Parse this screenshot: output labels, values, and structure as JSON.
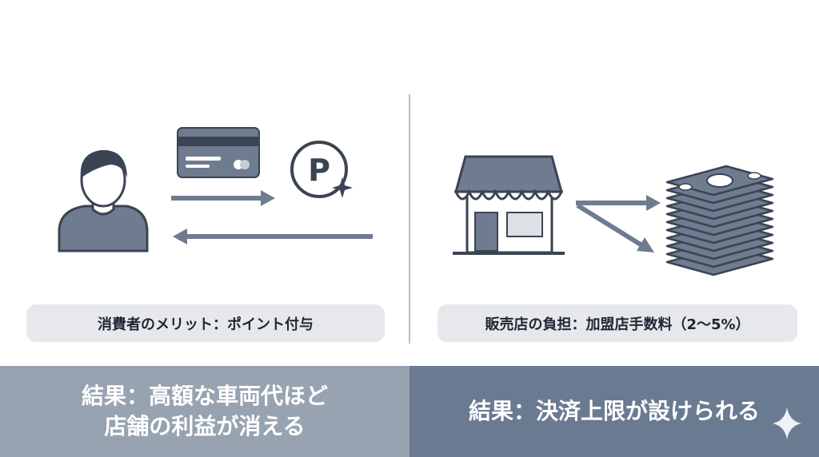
{
  "left_panel": {
    "caption": "消費者のメリット：ポイント付与",
    "result_lines": [
      "結果：高額な車両代ほど",
      "店舗の利益が消える"
    ],
    "point_glyph": "P",
    "icons": [
      "person-icon",
      "credit-card-icon",
      "point-coin-icon"
    ]
  },
  "right_panel": {
    "caption": "販売店の負担：加盟店手数料（2〜5%）",
    "result_lines": [
      "結果：決済上限が設けられる"
    ],
    "icons": [
      "storefront-icon",
      "money-stack-icon"
    ]
  },
  "colors": {
    "icon_fill": "#6f7b8f",
    "icon_stroke": "#3a4452",
    "caption_bg": "#e6e8ec",
    "band_left": "#98a3b1",
    "band_right": "#6a7a91",
    "divider": "#b9bec6"
  }
}
